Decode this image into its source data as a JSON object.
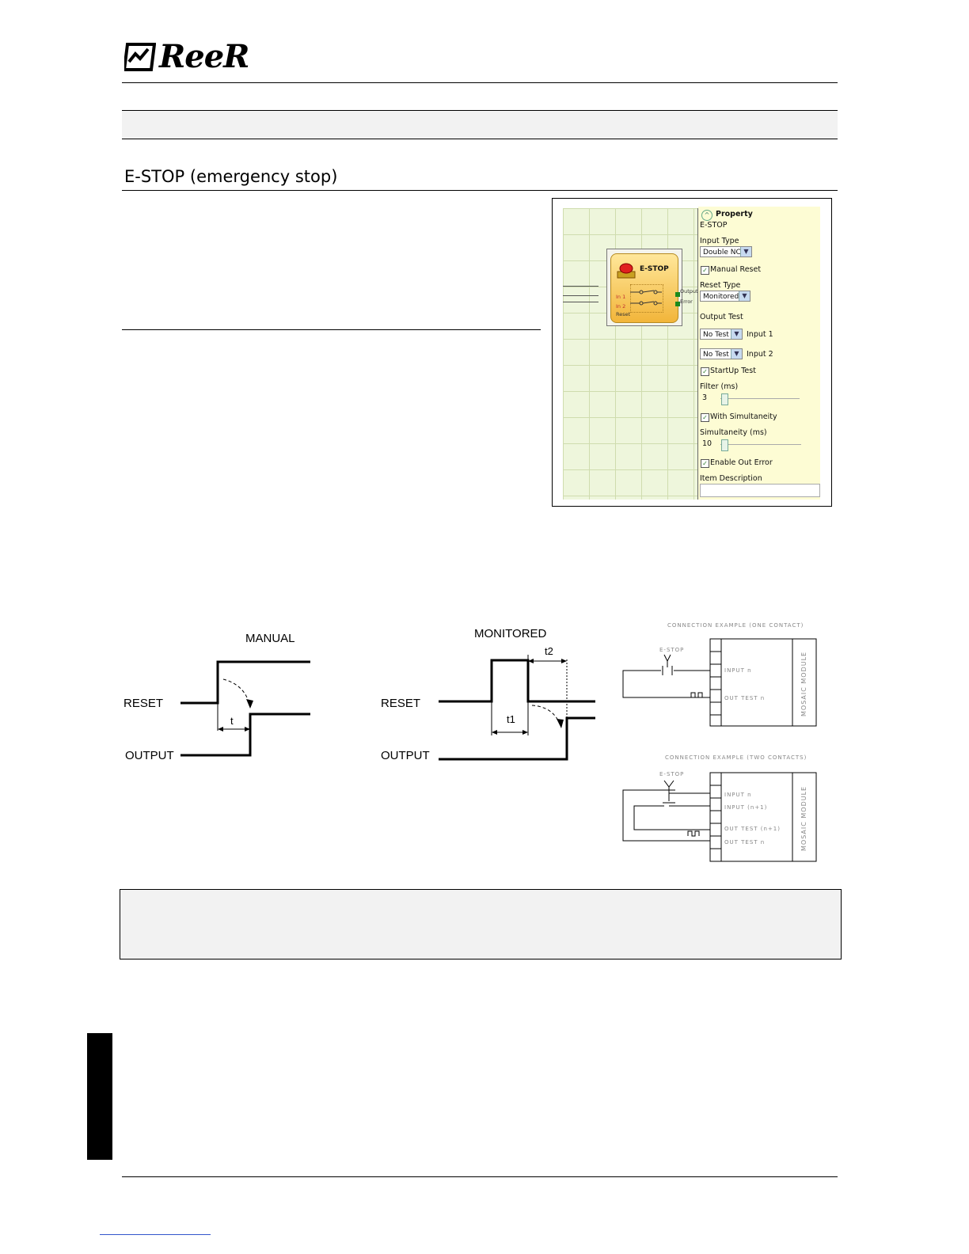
{
  "header": {
    "logo_text": "ReeR"
  },
  "section": {
    "title": "E-STOP (emergency stop)"
  },
  "property_panel": {
    "header": "Property",
    "block_name": "E-STOP",
    "input_type_label": "Input Type",
    "input_type_value": "Double NC",
    "manual_reset_label": "Manual Reset",
    "reset_type_label": "Reset Type",
    "reset_type_value": "Monitored",
    "output_test_label": "Output Test",
    "test1_value": "No Test",
    "test1_label": "Input 1",
    "test2_value": "No Test",
    "test2_label": "Input 2",
    "startup_test_label": "StartUp Test",
    "filter_label": "Filter (ms)",
    "filter_value": "3",
    "with_simultaneity_label": "With Simultaneity",
    "simultaneity_label": "Simultaneity (ms)",
    "simultaneity_value": "10",
    "enable_out_error_label": "Enable Out Error",
    "item_description_label": "Item Description",
    "block": {
      "title": "E-STOP",
      "in1": "In 1",
      "in2": "In 2",
      "reset": "Reset",
      "output": "Output",
      "error": "Error"
    }
  },
  "manual_diagram": {
    "title": "MANUAL",
    "reset_label": "RESET",
    "output_label": "OUTPUT",
    "t_label": "t"
  },
  "monitored_diagram": {
    "title": "MONITORED",
    "reset_label": "RESET",
    "output_label": "OUTPUT",
    "t1_label": "t1",
    "t2_label": "t2"
  },
  "connection_one": {
    "title": "CONNECTION EXAMPLE (ONE CONTACT)",
    "estop": "E-STOP",
    "input": "INPUT n",
    "out_test": "OUT TEST n",
    "module": "MOSAIC MODULE"
  },
  "connection_two": {
    "title": "CONNECTION EXAMPLE (TWO CONTACTS)",
    "estop": "E-STOP",
    "input": "INPUT n",
    "input2": "INPUT (n+1)",
    "out_test2": "OUT TEST (n+1)",
    "out_test": "OUT TEST n",
    "module": "MOSAIC MODULE"
  }
}
